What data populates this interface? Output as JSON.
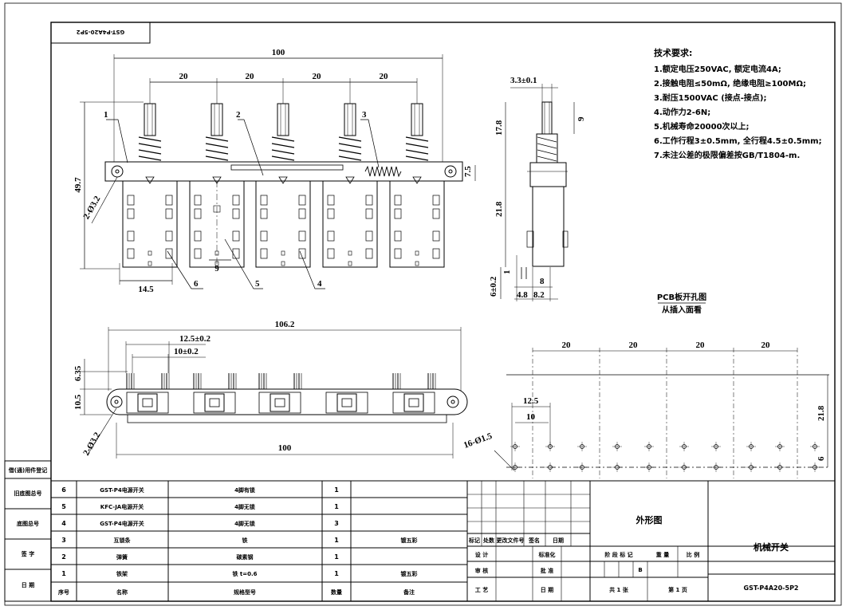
{
  "code_box": "GST-P4A20-5P2",
  "tech": {
    "title": "技术要求:",
    "items": [
      "1.额定电压250VAC, 额定电流4A;",
      "2.接触电阻≤50mΩ, 绝缘电阻≥100MΩ;",
      "3.耐压1500VAC (接点-接点);",
      "4.动作力2-6N;",
      "5.机械寿命20000次以上;",
      "6.工作行程3±0.5mm, 全行程4.5±0.5mm;",
      "7.未注公差的极限偏差按GB/T1804-m."
    ]
  },
  "front": {
    "overall": "100",
    "pitch": [
      "20",
      "20",
      "20",
      "20"
    ],
    "height": "49.7",
    "hole": "2-Ø3.2",
    "bottom_a": "14.5",
    "bottom_b": "9",
    "labels": [
      "1",
      "2",
      "3",
      "4",
      "5",
      "6"
    ]
  },
  "side": {
    "top": "3.3±0.1",
    "d9": "9",
    "d17": "17.8",
    "d75": "7.5",
    "d218": "21.8",
    "d6": "6±0.2",
    "d1": "1",
    "d48": "4.8",
    "d8": "8",
    "d82": "8.2"
  },
  "bottom": {
    "overall": "106.2",
    "d125": "12.5±0.2",
    "d10": "10±0.2",
    "d635": "6.35",
    "d105": "10.5",
    "d100": "100",
    "hole": "2-Ø3.2"
  },
  "pcb": {
    "title": "PCB板开孔图",
    "subtitle": "从插入面看",
    "pitch": [
      "20",
      "20",
      "20",
      "20"
    ],
    "d125": "12.5",
    "d10": "10",
    "d218": "21.8",
    "d6": "6",
    "holes": "16-Ø1.5"
  },
  "side_labels": [
    "借(通)用件登记",
    "旧底图总号",
    "底图总号",
    "签 字",
    "日 期"
  ],
  "bom": {
    "headers": [
      "序号",
      "名称",
      "规格型号",
      "数量",
      "备注"
    ],
    "rows": [
      [
        "6",
        "GST-P4电源开关",
        "4脚有锁",
        "1",
        ""
      ],
      [
        "5",
        "KFC-JA电源开关",
        "4脚无锁",
        "1",
        ""
      ],
      [
        "4",
        "GST-P4电源开关",
        "4脚无锁",
        "3",
        ""
      ],
      [
        "3",
        "互锁条",
        "铁",
        "1",
        "镀五彩"
      ],
      [
        "2",
        "弹簧",
        "碳素钢",
        "1",
        ""
      ],
      [
        "1",
        "铁架",
        "铁 t=0.6",
        "1",
        "镀五彩"
      ]
    ]
  },
  "titleblock": {
    "name": "外形图",
    "product": "机械开关",
    "model": "GST-P4A20-5P2",
    "rev_headers": [
      "标记",
      "处数",
      "更改文件号",
      "签名",
      "日期"
    ],
    "roles_left": [
      "设 计",
      "审 核",
      "工 艺"
    ],
    "roles_mid": [
      "标准化",
      "批 准",
      "日 期"
    ],
    "stage_headers": [
      "阶 段 标 记",
      "重 量",
      "比 例"
    ],
    "stage_mark": "B",
    "sheets": "共 1 张",
    "sheet_no": "第 1 页"
  }
}
